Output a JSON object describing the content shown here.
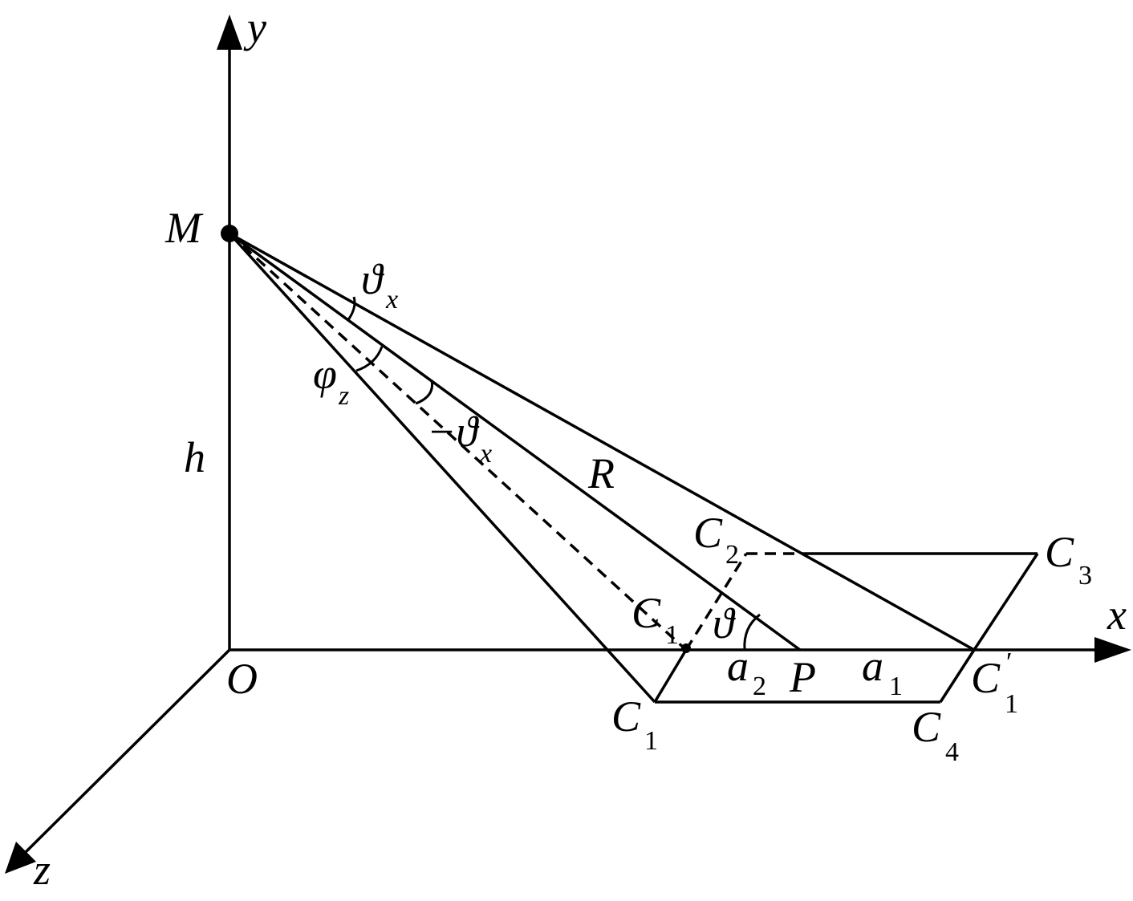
{
  "diagram": {
    "axes": {
      "x": "x",
      "y": "y",
      "z": "z",
      "origin": "O"
    },
    "points": {
      "M": "M",
      "P": "P",
      "C1_main": "C",
      "C1_main_sub": "1",
      "C1_mid": "C",
      "C1_mid_sub": "1",
      "C1_prime": "C",
      "C1_prime_sub": "1",
      "C1_prime_mark": "′",
      "C2": "C",
      "C2_sub": "2",
      "C3": "C",
      "C3_sub": "3",
      "C4": "C",
      "C4_sub": "4"
    },
    "lengths": {
      "h": "h",
      "R": "R",
      "a1": "a",
      "a1_sub": "1",
      "a2": "a",
      "a2_sub": "2"
    },
    "angles": {
      "theta_x_top": "ϑ",
      "theta_x_top_sub": "x",
      "phi_z": "φ",
      "phi_z_sub": "z",
      "minus_theta_x": "−ϑ",
      "minus_theta_x_sub": "x",
      "theta": "ϑ"
    }
  }
}
